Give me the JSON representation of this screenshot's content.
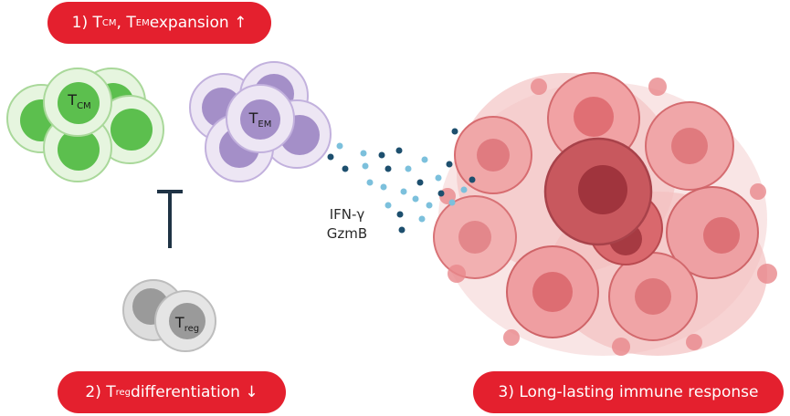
{
  "step1": {
    "prefix": "1) T",
    "cm_sub": "CM",
    "sep": ", T",
    "em_sub": "EM",
    "suffix": " expansion ↑"
  },
  "step2": {
    "prefix": "2) T",
    "reg_sub": "reg",
    "suffix": " differentiation ↓"
  },
  "step3": {
    "label": "3) Long-lasting immune response"
  },
  "cells": {
    "tcm": {
      "main": "T",
      "sub": "CM"
    },
    "tem": {
      "main": "T",
      "sub": "EM"
    },
    "treg": {
      "main": "T",
      "sub": "reg"
    }
  },
  "molecules": {
    "line1": "IFN-γ",
    "line2": "GzmB"
  },
  "colors": {
    "pill": "#e4202e",
    "tcm_outer": "#e6f5df",
    "tcm_nucleus": "#5cbf4e",
    "tem_outer": "#ede6f4",
    "tem_nucleus": "#a48fc8",
    "treg_outer": "#dddddd",
    "treg_nucleus": "#9a9a9a",
    "dot_dark": "#1d4f6e",
    "dot_light": "#7cc0dc",
    "tumor": "#e0787c"
  }
}
